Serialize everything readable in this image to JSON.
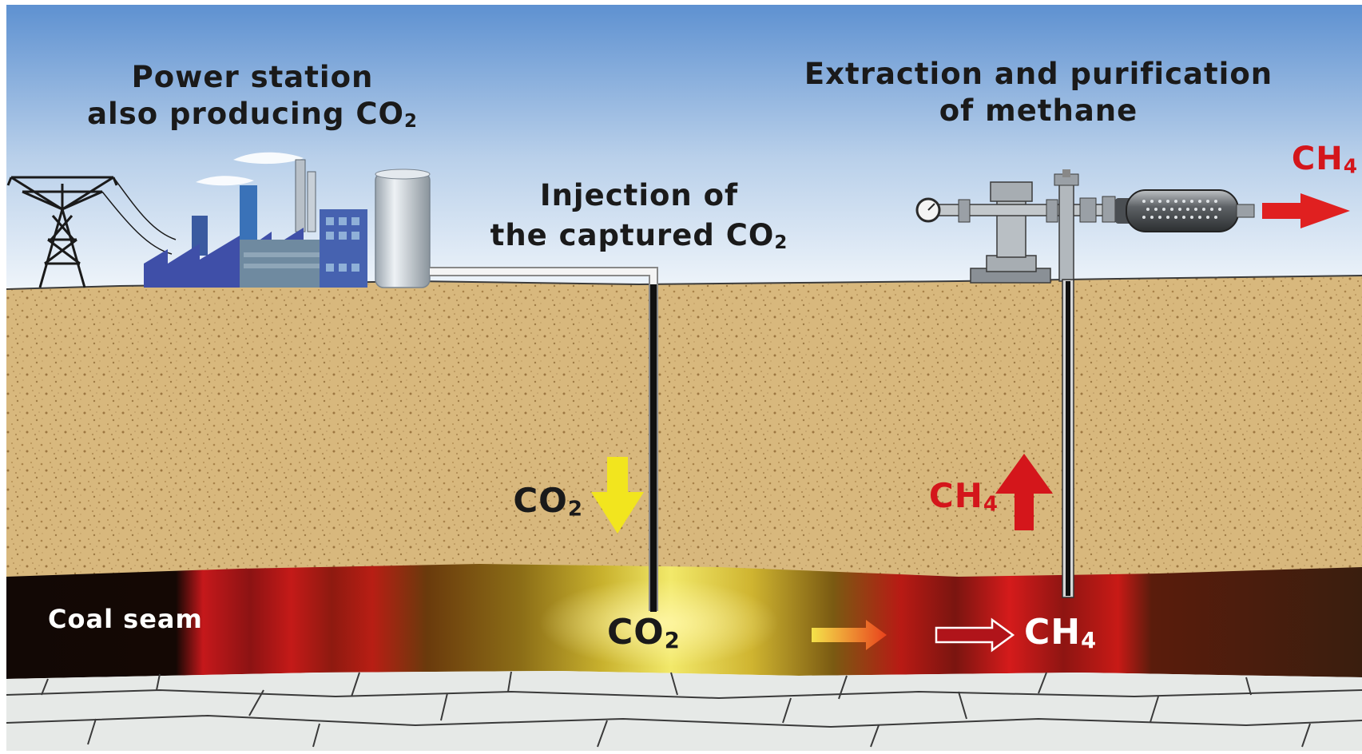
{
  "labels": {
    "power_station": {
      "line1": "Power station",
      "line2_prefix": "also producing CO",
      "line2_sub": "2"
    },
    "extraction": {
      "line1": "Extraction and purification",
      "line2": "of methane"
    },
    "injection": {
      "line1": "Injection of",
      "line2_prefix": "the captured CO",
      "line2_sub": "2"
    },
    "ch4_top": {
      "prefix": "CH",
      "sub": "4"
    },
    "co2_down": {
      "prefix": "CO",
      "sub": "2"
    },
    "ch4_up": {
      "prefix": "CH",
      "sub": "4"
    },
    "coal_seam": "Coal seam",
    "co2_seam": {
      "prefix": "CO",
      "sub": "2"
    },
    "ch4_seam": {
      "prefix": "CH",
      "sub": "4"
    }
  },
  "colors": {
    "sky_top": "#5b8fd0",
    "sky_bottom": "#eef4fa",
    "soil": "#d6b579",
    "coal": "#140a05",
    "co2_glow": "#ecd84a",
    "methane_red": "#d4161b",
    "arrow_yellow": "#f2e51e",
    "bedrock": "#e6e8e6"
  },
  "icons": [
    "pylon-icon",
    "factory-icon",
    "wellhead-icon",
    "pressure-gauge-icon",
    "filter-cylinder-icon"
  ]
}
